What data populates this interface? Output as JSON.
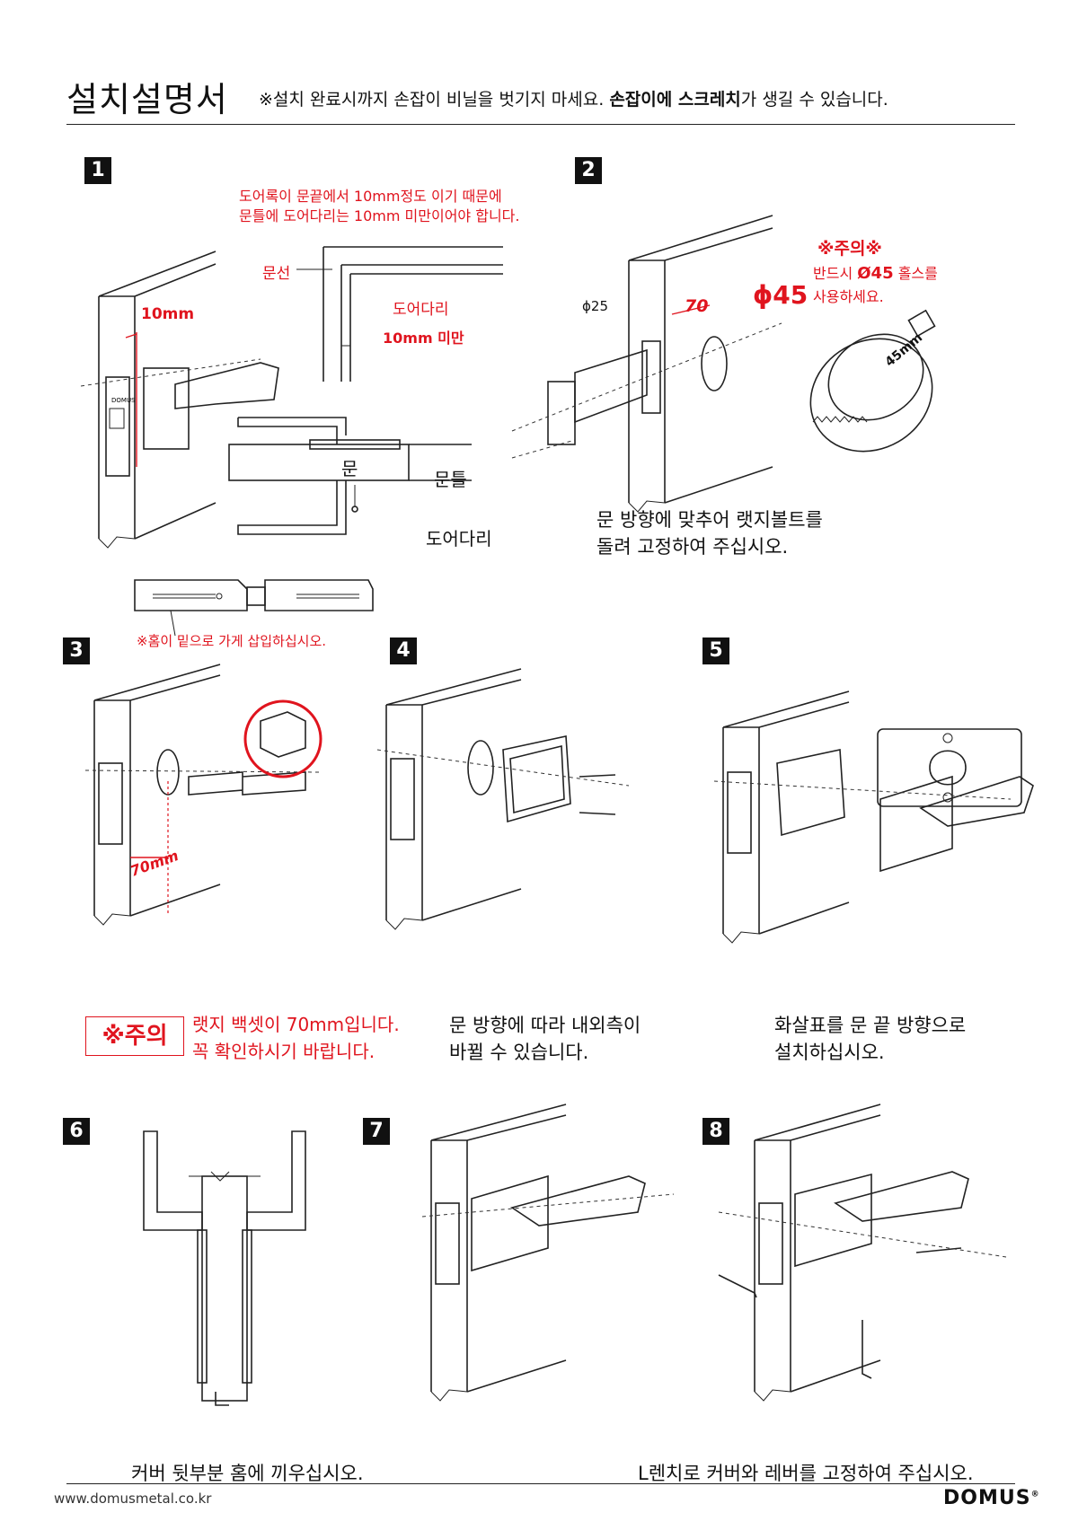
{
  "header": {
    "title": "설치설명서",
    "notice_prefix": "※설치 완료시까지 손잡이 비닐을 벗기지 마세요. ",
    "notice_bold": "손잡이에 스크레치",
    "notice_suffix": "가 생길 수 있습니다."
  },
  "step1": {
    "number": "1",
    "note_line1": "도어록이 문끝에서 10mm정도 이기 때문에",
    "note_line2": "문틀에 도어다리는 10mm 미만이어야 합니다.",
    "label_munseon": "문선",
    "label_doordari": "도어다리",
    "label_10mm_under": "10mm 미만",
    "label_10mm": "10mm",
    "label_door": "문",
    "label_frame": "문틀",
    "label_doordari2": "도어다리",
    "latch_text": "DOMUS"
  },
  "step2": {
    "number": "2",
    "phi25": "ϕ25",
    "dim70": "70",
    "phi45": "ϕ45",
    "caution_title": "※주의※",
    "caution_line1_a": "반드시 ",
    "caution_line1_b": "Ø45",
    "caution_line1_c": " 홀스를",
    "caution_line2": "사용하세요.",
    "holesaw_label": "45mm",
    "caption_line1": "문 방향에 맞추어 랫지볼트를",
    "caption_line2": "돌려 고정하여 주십시오."
  },
  "step3": {
    "number": "3",
    "insert_note": "※홈이 밑으로 가게 삽입하십시오.",
    "dim70": "70mm",
    "caution_badge": "※주의",
    "caution_line1": "랫지 백셋이 70mm입니다.",
    "caution_line2": "꼭 확인하시기 바랍니다."
  },
  "step4": {
    "number": "4",
    "caption_line1": "문 방향에 따라 내외측이",
    "caption_line2": "바뀔 수 있습니다."
  },
  "step5": {
    "number": "5",
    "caption_line1": "화살표를 문 끝 방향으로",
    "caption_line2": "설치하십시오."
  },
  "step6": {
    "number": "6",
    "caption": "커버 뒷부분 홈에 끼우십시오."
  },
  "step7": {
    "number": "7"
  },
  "step8": {
    "number": "8",
    "caption": "L렌치로 커버와 레버를 고정하여 주십시오."
  },
  "footer": {
    "url": "www.domusmetal.co.kr",
    "logo": "DOMUS",
    "logo_mark": "®"
  },
  "colors": {
    "accent_red": "#e0141e",
    "ink": "#111111"
  }
}
